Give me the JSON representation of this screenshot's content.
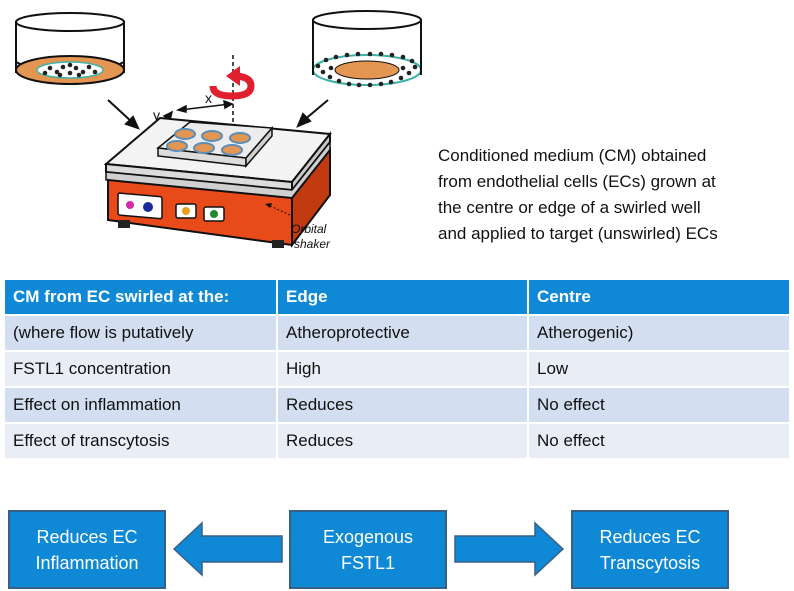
{
  "illustration": {
    "axis_labels": {
      "x": "x",
      "y": "y"
    },
    "shaker_label": [
      "Orbital",
      "shaker"
    ]
  },
  "caption": [
    "Conditioned medium (CM) obtained",
    "from endothelial cells (ECs) grown at",
    "the centre or edge of a swirled well",
    "and applied to target (unswirled) ECs"
  ],
  "table": {
    "headers": [
      "CM from EC swirled at the:",
      "Edge",
      "Centre"
    ],
    "rows": [
      [
        "(where flow is putatively",
        "Atheroprotective",
        "Atherogenic)"
      ],
      [
        "FSTL1 concentration",
        "High",
        "Low"
      ],
      [
        "Effect on inflammation",
        "Reduces",
        "No effect"
      ],
      [
        "Effect of transcytosis",
        "Reduces",
        "No effect"
      ]
    ]
  },
  "flow": {
    "left": [
      "Reduces EC",
      "Inflammation"
    ],
    "center": [
      "Exogenous",
      "FSTL1"
    ],
    "right": [
      "Reduces EC",
      "Transcytosis"
    ]
  },
  "colors": {
    "accent_blue": "#0f89d6",
    "row_light": "#e9eef6",
    "row_dark": "#d3dff0",
    "shaker_red": "#e84a1a",
    "medium_orange": "#e39552",
    "rotation_arrow": "#e0202e"
  }
}
